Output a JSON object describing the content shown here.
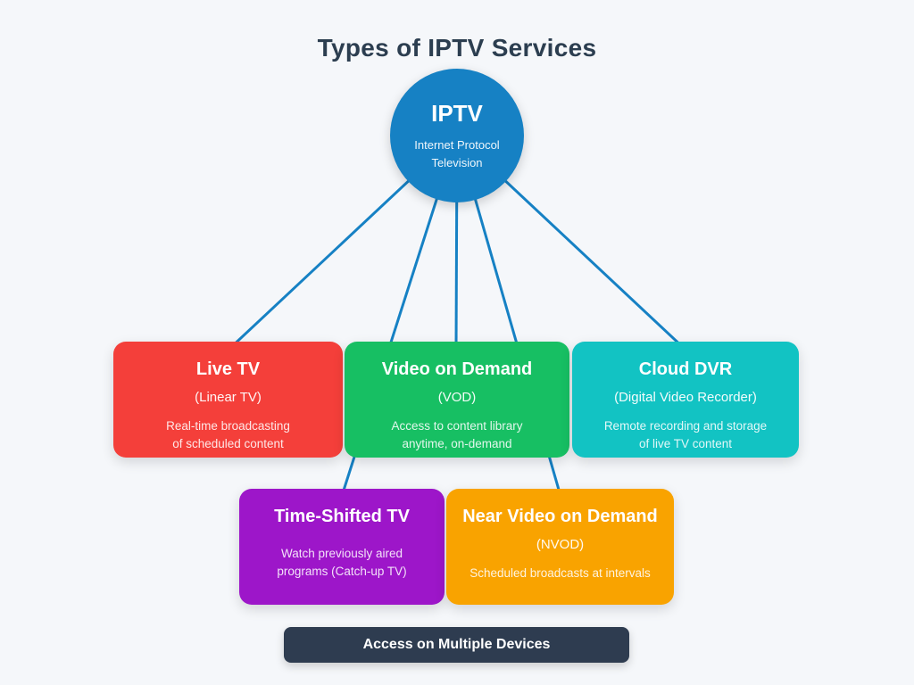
{
  "title": "Types of IPTV Services",
  "colors": {
    "background": "#f5f7fa",
    "title_text": "#2c3e50",
    "connector": "#1681c4",
    "root": "#1681c4",
    "live_tv": "#f43f3a",
    "vod": "#17bf63",
    "cloud_dvr": "#12c3c3",
    "time_shifted": "#9d16c9",
    "nvod": "#f9a300",
    "footer": "#2e3c50"
  },
  "root_node": {
    "title": "IPTV",
    "subtitle": "Internet Protocol Television"
  },
  "nodes": {
    "live_tv": {
      "title": "Live TV",
      "subtitle": "(Linear TV)",
      "description": "Real-time broadcasting\nof scheduled content"
    },
    "vod": {
      "title": "Video on Demand",
      "subtitle": "(VOD)",
      "description": "Access to content library\nanytime, on-demand"
    },
    "cloud_dvr": {
      "title": "Cloud DVR",
      "subtitle": "(Digital Video Recorder)",
      "description": "Remote recording and storage\nof live TV content"
    },
    "time_shifted": {
      "title": "Time-Shifted TV",
      "description": "Watch previously aired\nprograms (Catch-up TV)"
    },
    "nvod": {
      "title": "Near Video on Demand",
      "subtitle": "(NVOD)",
      "description": "Scheduled broadcasts at intervals"
    }
  },
  "footer": {
    "label": "Access on Multiple Devices"
  }
}
